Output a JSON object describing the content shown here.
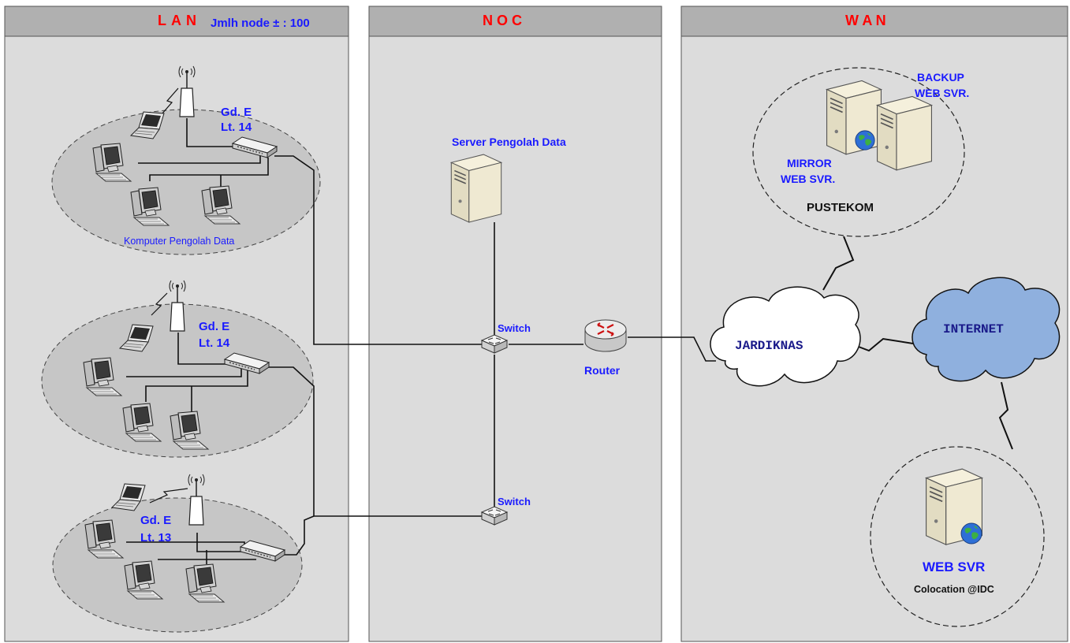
{
  "panels": {
    "lan": {
      "title": "LAN",
      "subtitle": "Jmlh node ± : 100"
    },
    "noc": {
      "title": "N O C"
    },
    "wan": {
      "title": "W A N"
    }
  },
  "lan_groups": [
    {
      "building": "Gd. E",
      "floor": "Lt. 14",
      "caption": "Komputer Pengolah Data"
    },
    {
      "building": "Gd. E",
      "floor": "Lt. 14"
    },
    {
      "building": "Gd. E",
      "floor": "Lt. 13"
    }
  ],
  "noc": {
    "server_label": "Server Pengolah Data",
    "switch1_label": "Switch",
    "switch2_label": "Switch",
    "router_label": "Router"
  },
  "wan": {
    "backup_label_1": "BACKUP",
    "backup_label_2": "WEB SVR.",
    "mirror_label_1": "MIRROR",
    "mirror_label_2": "WEB SVR.",
    "pustekom_label": "PUSTEKOM",
    "jardiknas_label": "JARDIKNAS",
    "internet_label": "INTERNET",
    "web_svr_label": "WEB SVR",
    "colocation_label": "Colocation @IDC"
  },
  "colors": {
    "panel_bg": "#dcdcdc",
    "header_bg": "#b0b0b0",
    "lan_ellipse": "#c8c8c8",
    "title_red": "#ff0000",
    "label_blue": "#1a1aff",
    "internet_cloud": "#8fb0de"
  }
}
